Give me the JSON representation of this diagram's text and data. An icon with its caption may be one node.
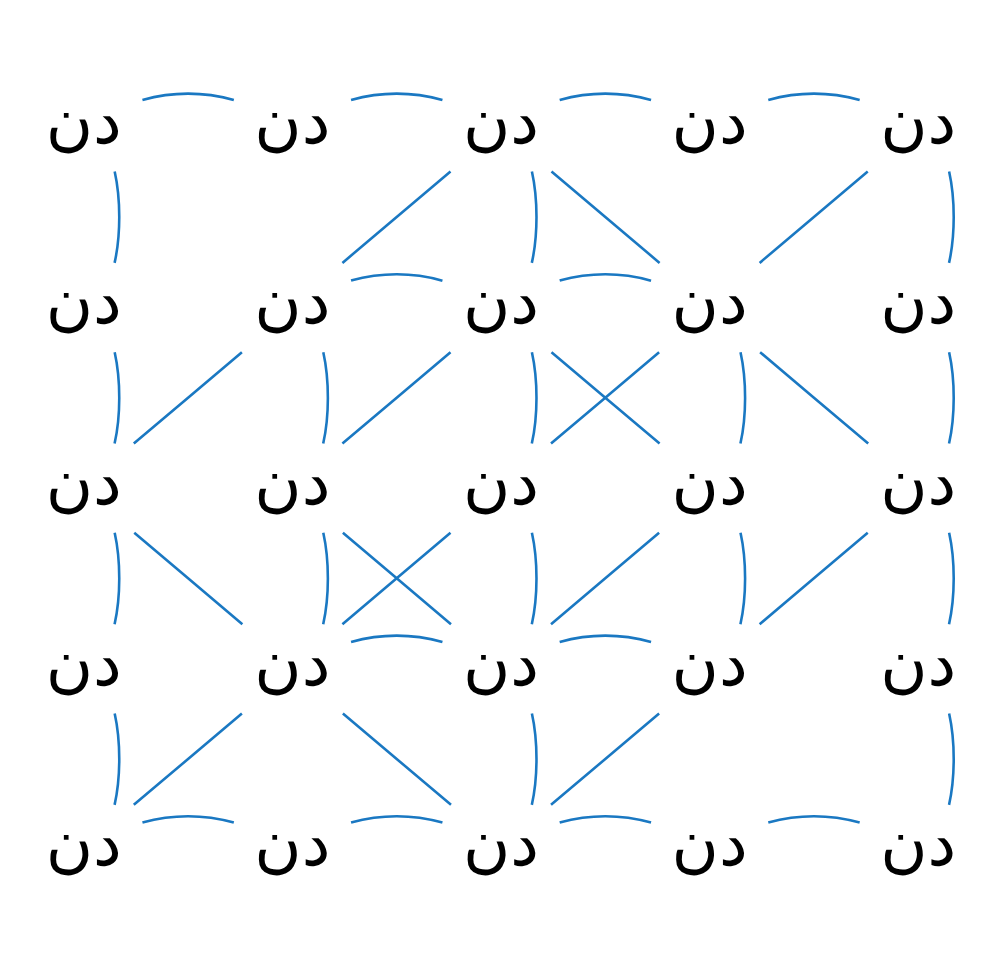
{
  "diagram": {
    "nodes": [
      {
        "text": [
          "دن"
        ]
      },
      {
        "text": [
          "دن"
        ]
      },
      {
        "text": [
          "دن"
        ]
      },
      {
        "text": [
          "دن"
        ]
      },
      {
        "text": [
          "دن"
        ]
      },
      {
        "text": [
          "دن"
        ]
      },
      {
        "text": [
          "دن"
        ]
      },
      {
        "text": [
          "دن"
        ]
      },
      {
        "text": [
          "دن"
        ]
      },
      {
        "text": [
          "دن"
        ]
      },
      {
        "text": [
          "دن"
        ]
      },
      {
        "text": [
          "دن"
        ]
      },
      {
        "text": [
          "دن"
        ]
      },
      {
        "text": [
          "دن"
        ]
      },
      {
        "text": [
          "دن"
        ]
      },
      {
        "text": [
          "دن"
        ]
      },
      {
        "text": [
          "دن"
        ]
      },
      {
        "text": [
          "دن"
        ]
      },
      {
        "text": [
          "دن"
        ]
      },
      {
        "text": [
          "دن"
        ]
      },
      {
        "text": [
          "دن"
        ]
      },
      {
        "text": [
          "دن"
        ]
      },
      {
        "text": [
          "دن"
        ]
      },
      {
        "text": [
          "دن"
        ]
      },
      {
        "text": [
          "دن"
        ]
      }
    ],
    "edges": [
      {
        "from": 0,
        "to": 1,
        "arrow": "none"
      },
      {
        "from": 1,
        "to": 2,
        "arrow": "none"
      },
      {
        "from": 2,
        "to": 3,
        "arrow": "none"
      },
      {
        "from": 3,
        "to": 4,
        "arrow": "none"
      },
      {
        "from": 0,
        "to": 5,
        "arrow": "none"
      },
      {
        "from": 5,
        "to": 10,
        "arrow": "none"
      },
      {
        "from": 10,
        "to": 15,
        "arrow": "none"
      },
      {
        "from": 15,
        "to": 20,
        "arrow": "none"
      },
      {
        "from": 4,
        "to": 9,
        "arrow": "none"
      },
      {
        "from": 9,
        "to": 14,
        "arrow": "none"
      },
      {
        "from": 14,
        "to": 19,
        "arrow": "none"
      },
      {
        "from": 19,
        "to": 24,
        "arrow": "none"
      },
      {
        "from": 20,
        "to": 21,
        "arrow": "none"
      },
      {
        "from": 21,
        "to": 22,
        "arrow": "none"
      },
      {
        "from": 22,
        "to": 23,
        "arrow": "none"
      },
      {
        "from": 23,
        "to": 24,
        "arrow": "none"
      },
      {
        "from": 2,
        "to": 6,
        "arrow": "none"
      },
      {
        "from": 6,
        "to": 10,
        "arrow": "none"
      },
      {
        "from": 2,
        "to": 7,
        "arrow": "none"
      },
      {
        "from": 7,
        "to": 12,
        "arrow": "none"
      },
      {
        "from": 12,
        "to": 17,
        "arrow": "none"
      },
      {
        "from": 17,
        "to": 22,
        "arrow": "none"
      },
      {
        "from": 2,
        "to": 8,
        "arrow": "none"
      },
      {
        "from": 8,
        "to": 14,
        "arrow": "none"
      },
      {
        "from": 4,
        "to": 8,
        "arrow": "none"
      },
      {
        "from": 8,
        "to": 12,
        "arrow": "none"
      },
      {
        "from": 12,
        "to": 16,
        "arrow": "none"
      },
      {
        "from": 16,
        "to": 20,
        "arrow": "none"
      },
      {
        "from": 6,
        "to": 7,
        "arrow": "none"
      },
      {
        "from": 7,
        "to": 8,
        "arrow": "none"
      },
      {
        "from": 6,
        "to": 11,
        "arrow": "none"
      },
      {
        "from": 11,
        "to": 16,
        "arrow": "none"
      },
      {
        "from": 8,
        "to": 13,
        "arrow": "none"
      },
      {
        "from": 13,
        "to": 18,
        "arrow": "none"
      },
      {
        "from": 16,
        "to": 17,
        "arrow": "none"
      },
      {
        "from": 17,
        "to": 18,
        "arrow": "none"
      },
      {
        "from": 7,
        "to": 11,
        "arrow": "none"
      },
      {
        "from": 7,
        "to": 13,
        "arrow": "none"
      },
      {
        "from": 13,
        "to": 17,
        "arrow": "none"
      },
      {
        "from": 10,
        "to": 16,
        "arrow": "none"
      },
      {
        "from": 16,
        "to": 22,
        "arrow": "none"
      },
      {
        "from": 11,
        "to": 17,
        "arrow": "none"
      },
      {
        "from": 22,
        "to": 18,
        "arrow": "none"
      },
      {
        "from": 18,
        "to": 14,
        "arrow": "none"
      }
    ]
  }
}
